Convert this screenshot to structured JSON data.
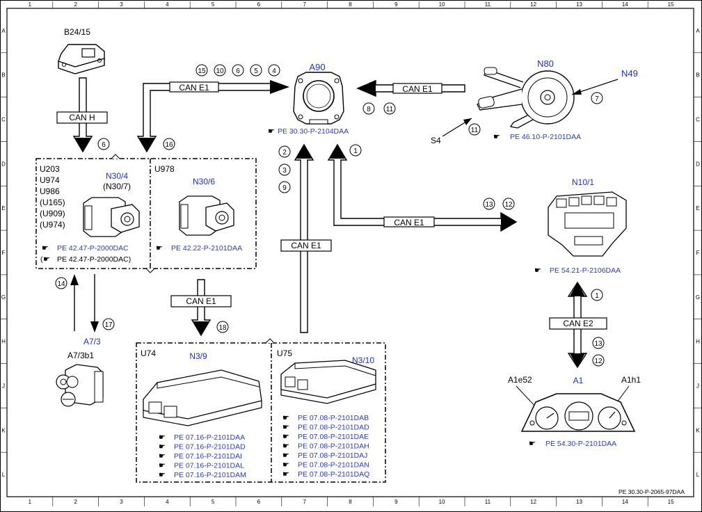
{
  "grid": {
    "cols": [
      "1",
      "2",
      "3",
      "4",
      "5",
      "6",
      "7",
      "8",
      "9",
      "10",
      "11",
      "12",
      "13",
      "14",
      "15"
    ],
    "rows": [
      "A",
      "B",
      "C",
      "D",
      "E",
      "F",
      "G",
      "H",
      "J",
      "K",
      "L"
    ]
  },
  "footer_code": "PE 30.30-P-2065-97DAA",
  "components": {
    "b24_15": {
      "label": "B24/15"
    },
    "a90": {
      "label": "A90",
      "ref": "PE 30.30-P-2104DAA"
    },
    "n80": {
      "label": "N80",
      "ref": "PE 46.10-P-2101DAA"
    },
    "n49": {
      "label": "N49"
    },
    "s4": {
      "label": "S4"
    },
    "n30_4": {
      "label": "N30/4",
      "alt": "(N30/7)",
      "variants": [
        "U203",
        "U974",
        "U986",
        "(U165)",
        "(U909)",
        "(U974)"
      ],
      "ref1": "PE 42.47-P-2000DAC",
      "ref2": "PE 42.47-P-2000DAC)",
      "ref2_prefix": "("
    },
    "n30_6": {
      "label": "N30/6",
      "variant": "U978",
      "ref": "PE 42.22-P-2101DAA"
    },
    "n10_1": {
      "label": "N10/1",
      "ref": "PE 54.21-P-2106DAA"
    },
    "a7_3": {
      "label": "A7/3",
      "sub": "A7/3b1"
    },
    "n3_9": {
      "label": "N3/9",
      "variant": "U74",
      "refs": [
        "PE 07.16-P-2101DAA",
        "PE 07.16-P-2101DAD",
        "PE 07.16-P-2101DAI",
        "PE 07.16-P-2101DAL",
        "PE 07.16-P-2101DAM"
      ]
    },
    "n3_10": {
      "label": "N3/10",
      "variant": "U75",
      "refs": [
        "PE 07.08-P-2101DAB",
        "PE 07.08-P-2101DAD",
        "PE 07.08-P-2101DAE",
        "PE 07.08-P-2101DAH",
        "PE 07.08-P-2101DAJ",
        "PE 07.08-P-2101DAN",
        "PE 07.08-P-2101DAQ"
      ]
    },
    "a1": {
      "label": "A1",
      "left": "A1e52",
      "right": "A1h1",
      "ref": "PE 54.30-P-2101DAA"
    }
  },
  "buses": {
    "can_h": "CAN H",
    "can_e1": "CAN E1",
    "can_e2": "CAN E2"
  },
  "signals": {
    "top_row": [
      "15",
      "10",
      "6",
      "5",
      "4"
    ],
    "a90_right": [
      "8",
      "11"
    ],
    "n49_num": "7",
    "s4_num": "11",
    "b24_num": "6",
    "n30_in": "16",
    "a90_down": [
      "2",
      "3",
      "9"
    ],
    "a90_up": "1",
    "n10_in": [
      "13",
      "12"
    ],
    "n10_a1_up": "1",
    "n10_a1_down": [
      "13",
      "12"
    ],
    "a7_up": "14",
    "a7_down": "17",
    "n3_in": "18"
  },
  "colors": {
    "blue": "#1a2fd6",
    "line": "#000000"
  }
}
